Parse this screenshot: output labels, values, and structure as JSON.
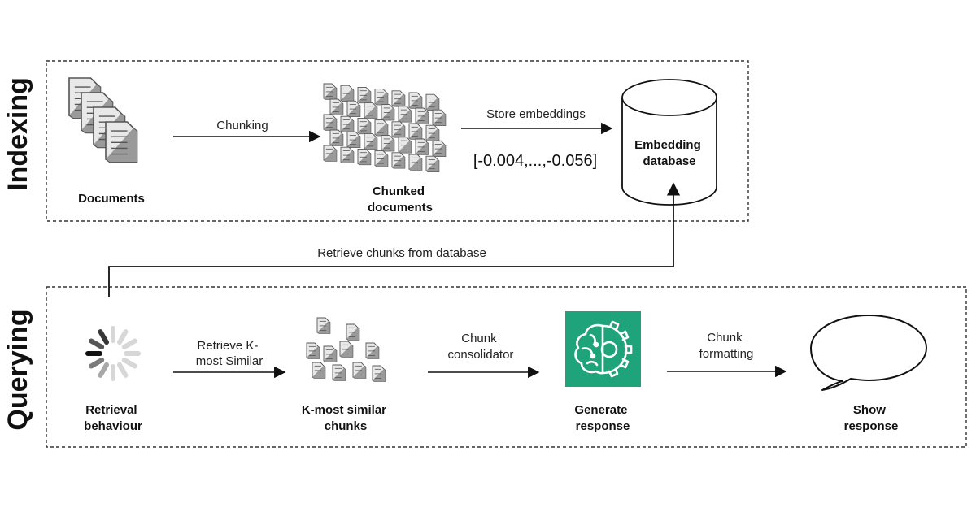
{
  "sections": {
    "indexing": "Indexing",
    "querying": "Querying"
  },
  "nodes": {
    "documents": [
      "Documents"
    ],
    "chunked_documents": [
      "Chunked",
      "documents"
    ],
    "embedding_database": [
      "Embedding",
      "database"
    ],
    "retrieval_behaviour": [
      "Retrieval",
      "behaviour"
    ],
    "k_most_similar_chunks": [
      "K-most similar",
      "chunks"
    ],
    "generate_response": [
      "Generate",
      "response"
    ],
    "show_response": [
      "Show",
      "response"
    ]
  },
  "edges": {
    "chunking": [
      "Chunking"
    ],
    "store_embeddings": [
      "Store embeddings"
    ],
    "embedding_vector": "[-0.004,...,-0.056]",
    "retrieve_chunks_from_database": [
      "Retrieve chunks from database"
    ],
    "retrieve_k_most_similar": [
      "Retrieve K-",
      "most Similar"
    ],
    "chunk_consolidator": [
      "Chunk",
      "consolidator"
    ],
    "chunk_formatting": [
      "Chunk",
      "formatting"
    ]
  },
  "colors": {
    "ai_icon_bg": "#1fa37a",
    "line": "#111111",
    "doc_fill": "#e8e8e8",
    "doc_stroke": "#888888"
  }
}
